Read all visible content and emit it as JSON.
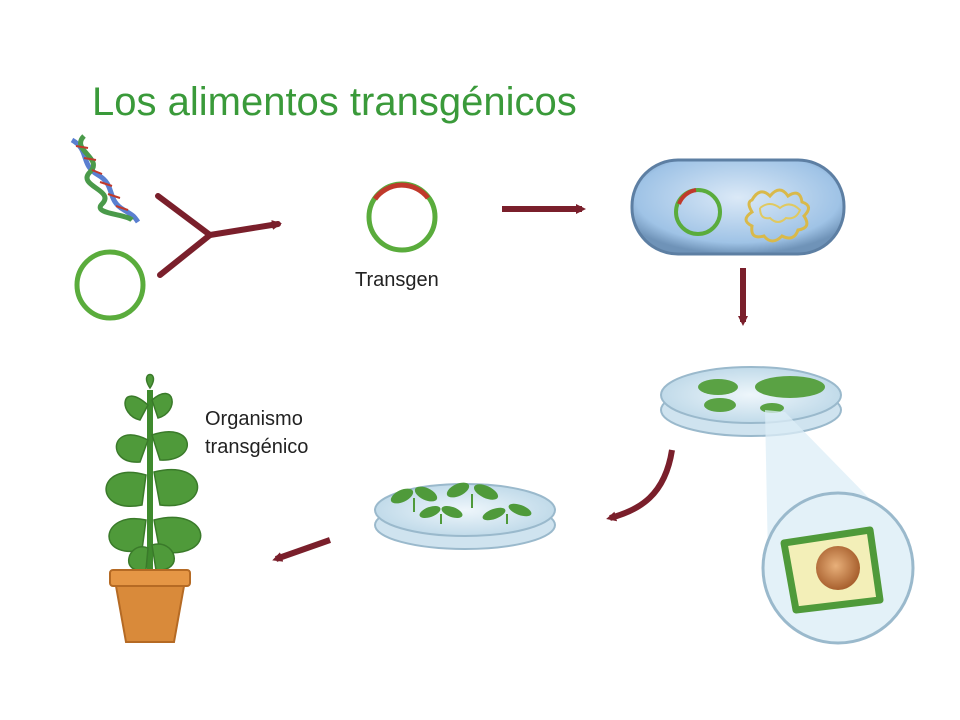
{
  "title": "Los alimentos transgénicos",
  "labels": {
    "transgen": "Transgen",
    "organism_line1": "Organismo",
    "organism_line2": "transgénico"
  },
  "colors": {
    "title_green": "#3a9a3a",
    "arrow": "#7a1f2b",
    "plasmid_green": "#5aac3c",
    "insert_red": "#c0392b",
    "leaf_green": "#4f9a3a",
    "pot": "#d98a3a"
  },
  "icons": [
    "dna-helix-icon",
    "plasmid-icon",
    "bacterium-icon",
    "petri-dish-icon",
    "plant-cell-icon",
    "seedling-dish-icon",
    "potted-plant-icon"
  ]
}
